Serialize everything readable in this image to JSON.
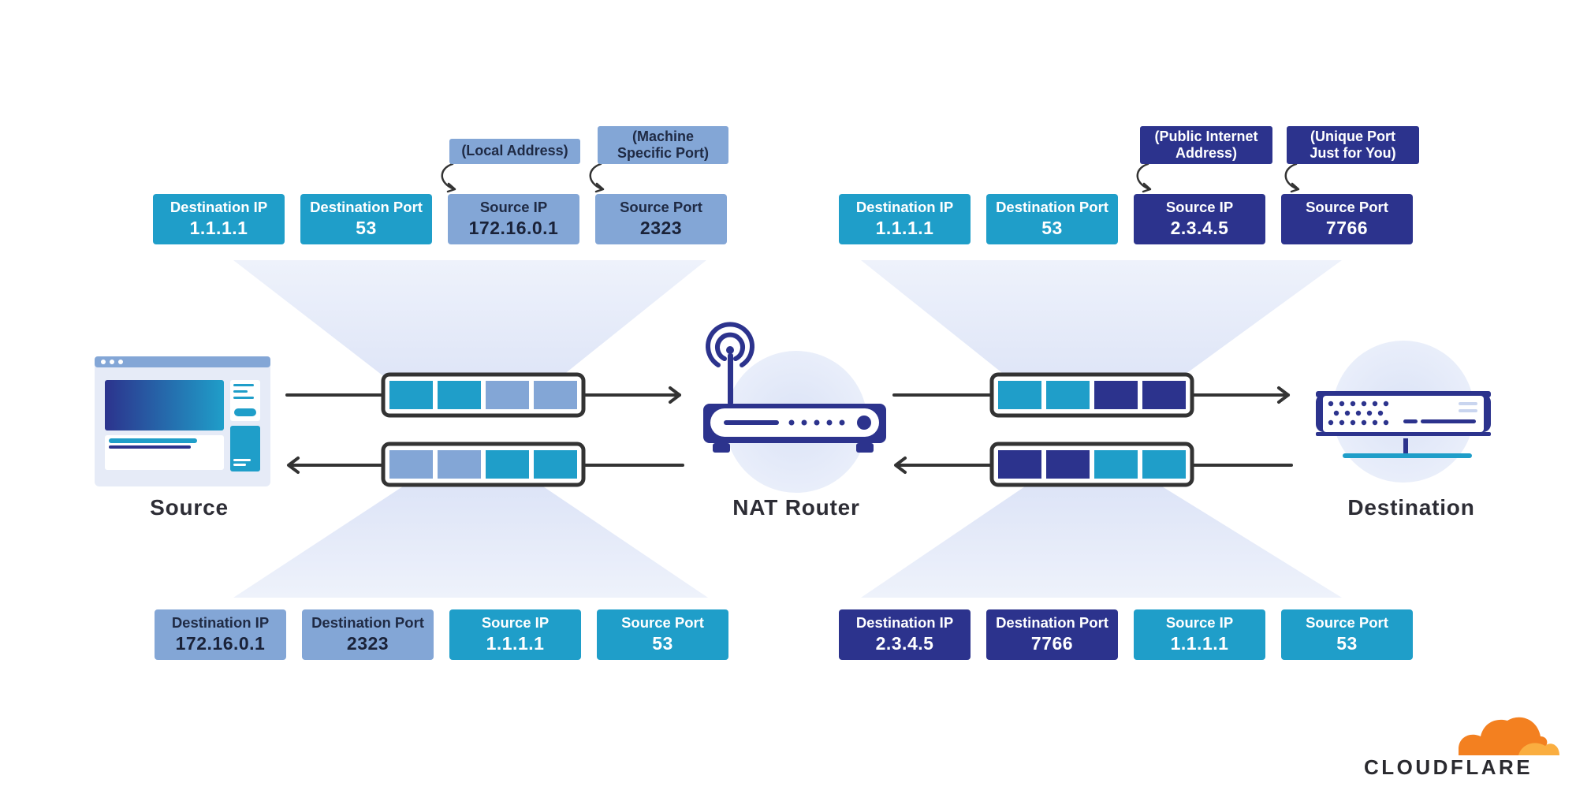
{
  "colors": {
    "teal": "#1f9ec9",
    "light_blue": "#83a6d6",
    "navy": "#2c338d",
    "arrow": "#333333",
    "beam": "#dfe6f8",
    "cloudflare_orange": "#f38020",
    "cloudflare_yellow": "#faae40"
  },
  "icons": {
    "source": "browser-window-icon",
    "router": "wifi-router-icon",
    "destination": "server-icon",
    "logo": "cloudflare-cloud-icon"
  },
  "nodes": {
    "source": "Source",
    "router": "NAT Router",
    "destination": "Destination"
  },
  "left": {
    "outgoing": {
      "fields": [
        {
          "label": "Destination IP",
          "value": "1.1.1.1",
          "color": "teal"
        },
        {
          "label": "Destination Port",
          "value": "53",
          "color": "teal"
        },
        {
          "label": "Source IP",
          "value": "172.16.0.1",
          "color": "light_blue"
        },
        {
          "label": "Source Port",
          "value": "2323",
          "color": "light_blue"
        }
      ],
      "notes": [
        "(Local Address)",
        "(Machine Specific Port)"
      ]
    },
    "incoming": {
      "fields": [
        {
          "label": "Destination IP",
          "value": "172.16.0.1",
          "color": "light_blue"
        },
        {
          "label": "Destination Port",
          "value": "2323",
          "color": "light_blue"
        },
        {
          "label": "Source IP",
          "value": "1.1.1.1",
          "color": "teal"
        },
        {
          "label": "Source Port",
          "value": "53",
          "color": "teal"
        }
      ]
    }
  },
  "right": {
    "outgoing": {
      "fields": [
        {
          "label": "Destination IP",
          "value": "1.1.1.1",
          "color": "teal"
        },
        {
          "label": "Destination Port",
          "value": "53",
          "color": "teal"
        },
        {
          "label": "Source IP",
          "value": "2.3.4.5",
          "color": "navy"
        },
        {
          "label": "Source Port",
          "value": "7766",
          "color": "navy"
        }
      ],
      "notes": [
        "(Public Internet Address)",
        "(Unique Port Just for You)"
      ]
    },
    "incoming": {
      "fields": [
        {
          "label": "Destination IP",
          "value": "2.3.4.5",
          "color": "navy"
        },
        {
          "label": "Destination Port",
          "value": "7766",
          "color": "navy"
        },
        {
          "label": "Source IP",
          "value": "1.1.1.1",
          "color": "teal"
        },
        {
          "label": "Source Port",
          "value": "53",
          "color": "teal"
        }
      ]
    }
  },
  "packets": {
    "left_out": [
      "teal",
      "teal",
      "light_blue",
      "light_blue"
    ],
    "left_in": [
      "light_blue",
      "light_blue",
      "teal",
      "teal"
    ],
    "right_out": [
      "teal",
      "teal",
      "navy",
      "navy"
    ],
    "right_in": [
      "navy",
      "navy",
      "teal",
      "teal"
    ]
  },
  "brand": "CLOUDFLARE"
}
